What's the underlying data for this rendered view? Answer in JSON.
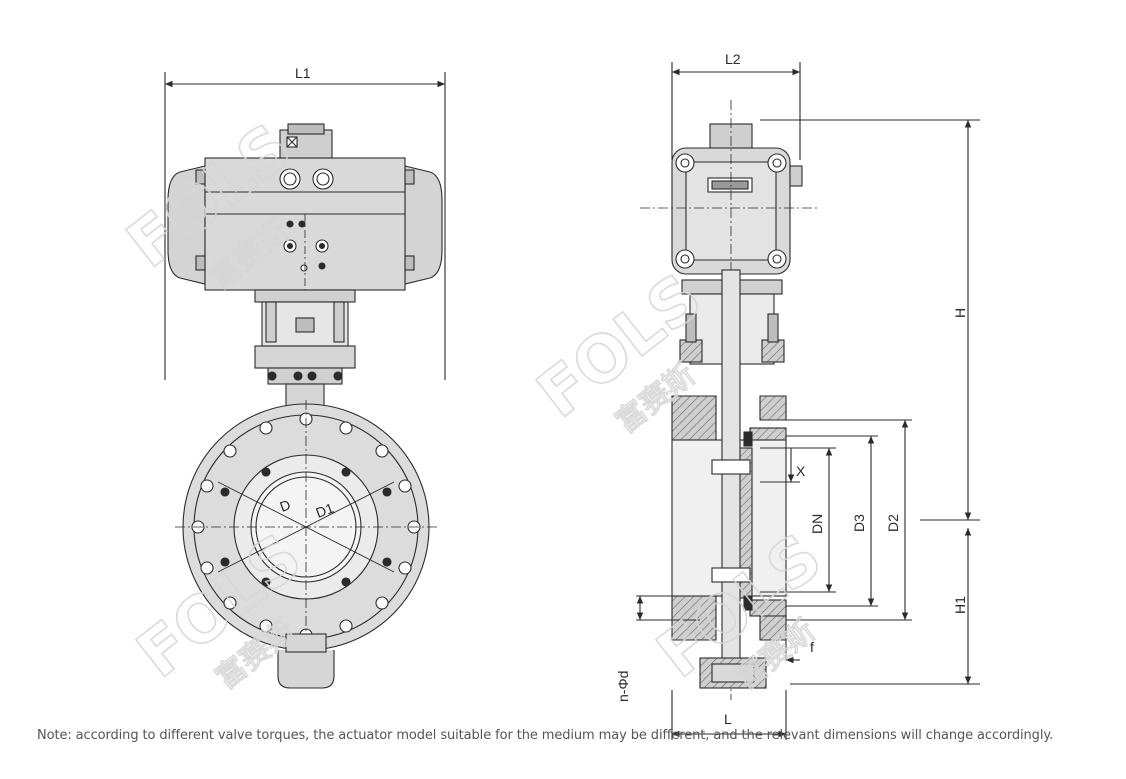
{
  "labels": {
    "L1": "L1",
    "L2": "L2",
    "L": "L",
    "H": "H",
    "H1": "H1",
    "D": "D",
    "D1": "D1",
    "D2": "D2",
    "D3": "D3",
    "DN": "DN",
    "X": "X",
    "f": "f",
    "holes": "n-Φd"
  },
  "watermark": {
    "brand": "FOLS",
    "cn": "富赛斯"
  },
  "note": "Note: according to different valve torques, the actuator model suitable for the medium may be different, and the relevant dimensions will change accordingly.",
  "colors": {
    "line": "#2b2b2b",
    "body_fill": "#d9d9d9",
    "body_dark": "#bdbdbd",
    "hatch": "#6a6a6a",
    "watermark": "#d6d6d6"
  }
}
